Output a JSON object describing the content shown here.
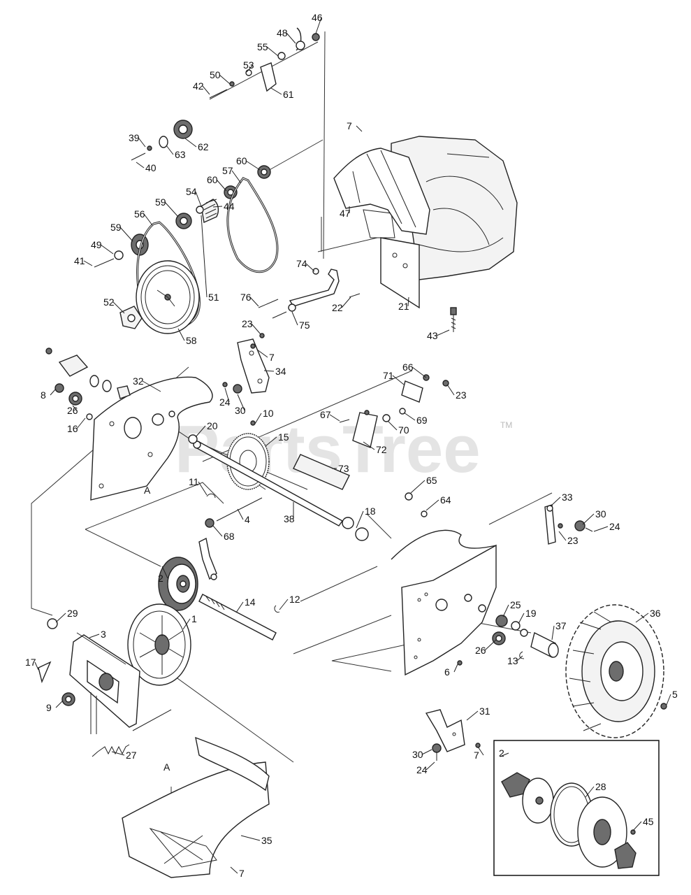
{
  "watermark": {
    "text": "PartsTree",
    "trademark": "TM"
  },
  "section_markers": [
    "A",
    "A"
  ],
  "callouts": [
    {
      "id": "46",
      "label": "46"
    },
    {
      "id": "48",
      "label": "48"
    },
    {
      "id": "55",
      "label": "55"
    },
    {
      "id": "53",
      "label": "53"
    },
    {
      "id": "50",
      "label": "50"
    },
    {
      "id": "42",
      "label": "42"
    },
    {
      "id": "61",
      "label": "61"
    },
    {
      "id": "39",
      "label": "39"
    },
    {
      "id": "63",
      "label": "63"
    },
    {
      "id": "62",
      "label": "62"
    },
    {
      "id": "40",
      "label": "40"
    },
    {
      "id": "60a",
      "label": "60"
    },
    {
      "id": "57",
      "label": "57"
    },
    {
      "id": "60b",
      "label": "60"
    },
    {
      "id": "54",
      "label": "54"
    },
    {
      "id": "59a",
      "label": "59"
    },
    {
      "id": "56",
      "label": "56"
    },
    {
      "id": "59b",
      "label": "59"
    },
    {
      "id": "49",
      "label": "49"
    },
    {
      "id": "41",
      "label": "41"
    },
    {
      "id": "44",
      "label": "44"
    },
    {
      "id": "51",
      "label": "51"
    },
    {
      "id": "52",
      "label": "52"
    },
    {
      "id": "58",
      "label": "58"
    },
    {
      "id": "7a",
      "label": "7"
    },
    {
      "id": "47",
      "label": "47"
    },
    {
      "id": "74",
      "label": "74"
    },
    {
      "id": "76",
      "label": "76"
    },
    {
      "id": "75",
      "label": "75"
    },
    {
      "id": "22",
      "label": "22"
    },
    {
      "id": "21",
      "label": "21"
    },
    {
      "id": "43",
      "label": "43"
    },
    {
      "id": "23a",
      "label": "23"
    },
    {
      "id": "7b",
      "label": "7"
    },
    {
      "id": "34",
      "label": "34"
    },
    {
      "id": "32",
      "label": "32"
    },
    {
      "id": "24a",
      "label": "24"
    },
    {
      "id": "30a",
      "label": "30"
    },
    {
      "id": "8",
      "label": "8"
    },
    {
      "id": "26a",
      "label": "26"
    },
    {
      "id": "16",
      "label": "16"
    },
    {
      "id": "20",
      "label": "20"
    },
    {
      "id": "10",
      "label": "10"
    },
    {
      "id": "15",
      "label": "15"
    },
    {
      "id": "66",
      "label": "66"
    },
    {
      "id": "71",
      "label": "71"
    },
    {
      "id": "23b",
      "label": "23"
    },
    {
      "id": "67",
      "label": "67"
    },
    {
      "id": "69",
      "label": "69"
    },
    {
      "id": "70",
      "label": "70"
    },
    {
      "id": "72",
      "label": "72"
    },
    {
      "id": "73",
      "label": "73"
    },
    {
      "id": "11",
      "label": "11"
    },
    {
      "id": "65",
      "label": "65"
    },
    {
      "id": "64",
      "label": "64"
    },
    {
      "id": "18",
      "label": "18"
    },
    {
      "id": "4",
      "label": "4"
    },
    {
      "id": "38",
      "label": "38"
    },
    {
      "id": "68",
      "label": "68"
    },
    {
      "id": "33",
      "label": "33"
    },
    {
      "id": "30b",
      "label": "30"
    },
    {
      "id": "24b",
      "label": "24"
    },
    {
      "id": "23c",
      "label": "23"
    },
    {
      "id": "2a",
      "label": "2"
    },
    {
      "id": "14",
      "label": "14"
    },
    {
      "id": "12",
      "label": "12"
    },
    {
      "id": "25",
      "label": "25"
    },
    {
      "id": "19",
      "label": "19"
    },
    {
      "id": "36",
      "label": "36"
    },
    {
      "id": "37",
      "label": "37"
    },
    {
      "id": "26b",
      "label": "26"
    },
    {
      "id": "13",
      "label": "13"
    },
    {
      "id": "6",
      "label": "6"
    },
    {
      "id": "29",
      "label": "29"
    },
    {
      "id": "3",
      "label": "3"
    },
    {
      "id": "1",
      "label": "1"
    },
    {
      "id": "17",
      "label": "17"
    },
    {
      "id": "9",
      "label": "9"
    },
    {
      "id": "5",
      "label": "5"
    },
    {
      "id": "27",
      "label": "27"
    },
    {
      "id": "31",
      "label": "31"
    },
    {
      "id": "30c",
      "label": "30"
    },
    {
      "id": "7c",
      "label": "7"
    },
    {
      "id": "24c",
      "label": "24"
    },
    {
      "id": "35",
      "label": "35"
    },
    {
      "id": "7d",
      "label": "7"
    },
    {
      "id": "2b",
      "label": "2"
    },
    {
      "id": "28",
      "label": "28"
    },
    {
      "id": "45",
      "label": "45"
    }
  ]
}
